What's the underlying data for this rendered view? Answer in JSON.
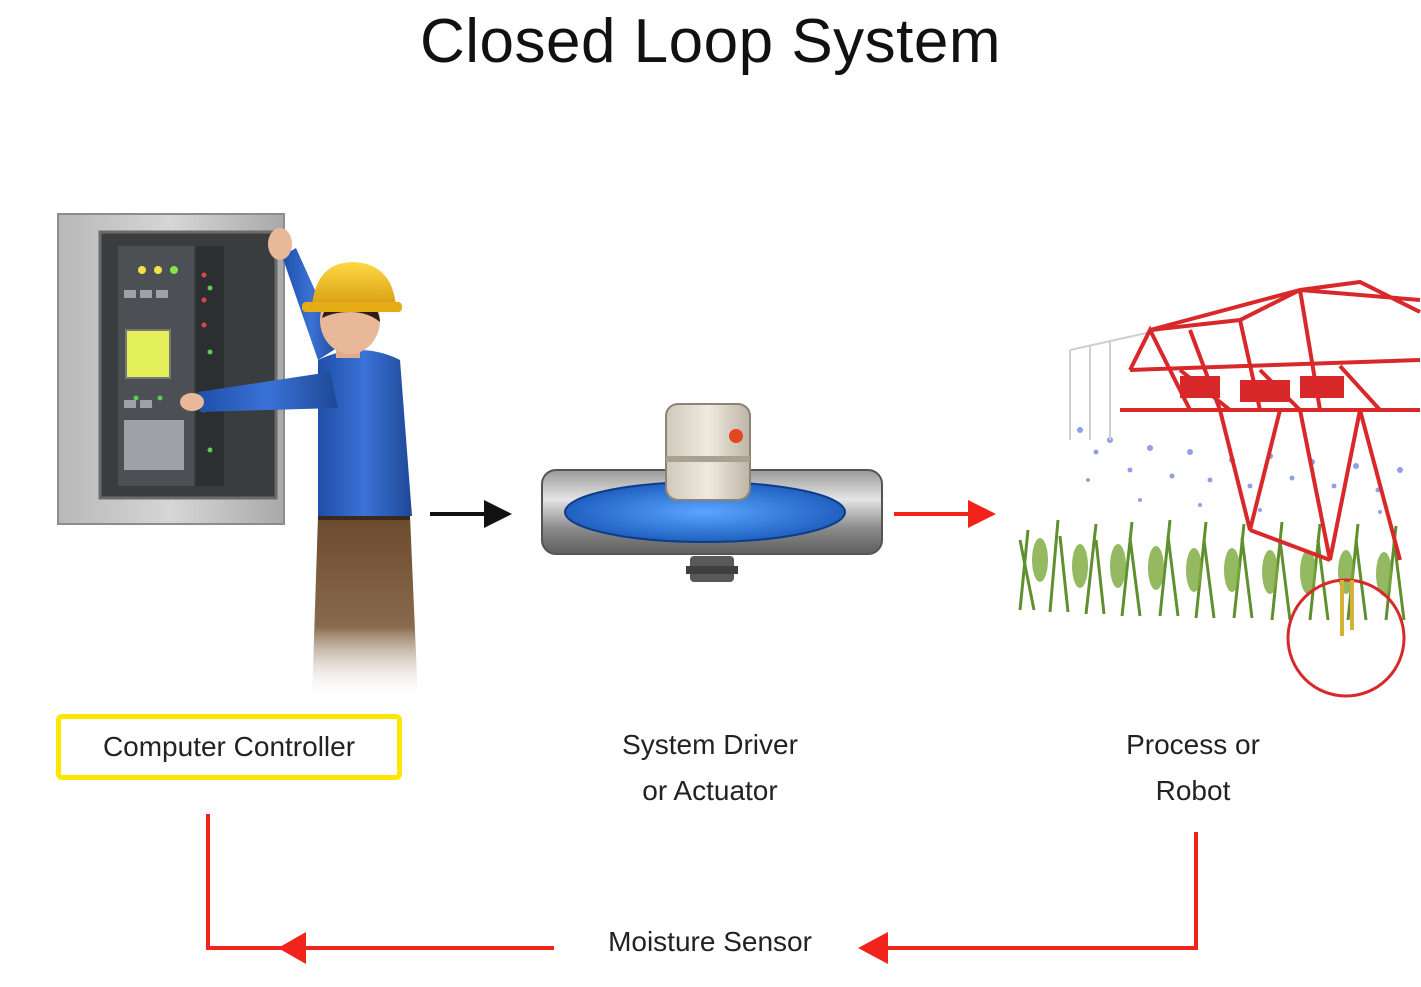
{
  "title": "Closed Loop System",
  "nodes": {
    "controller": {
      "label": "Computer Controller"
    },
    "driver": {
      "line1": "System Driver",
      "line2": "or Actuator"
    },
    "process": {
      "line1": "Process or",
      "line2": "Robot"
    },
    "sensor": {
      "label": "Moisture Sensor"
    }
  },
  "colors": {
    "highlight": "#ffe600",
    "feedback_arrow": "#f2231b",
    "forward_arrow": "#111111",
    "irrigation_frame": "#d8282a",
    "shirt": "#2d63c8",
    "hardhat": "#f2c21b"
  }
}
